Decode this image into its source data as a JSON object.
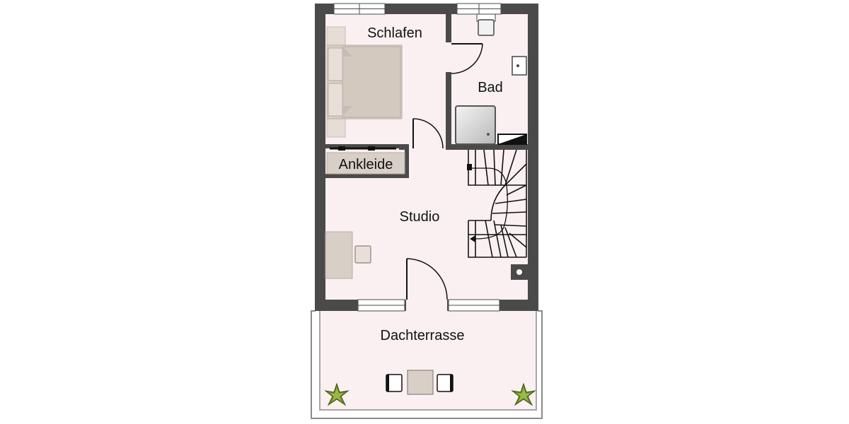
{
  "floorplan": {
    "rooms": {
      "schlafen": "Schlafen",
      "bad": "Bad",
      "ankleide": "Ankleide",
      "studio": "Studio",
      "dachterrasse": "Dachterrasse"
    },
    "colors": {
      "wall": "#4a4a4a",
      "floor": "#fbf0f1",
      "furniture": "#d8cfc6",
      "furniture_edge": "#b5aca3",
      "terrace_rail": "#9a9a9a",
      "plant": "#5a7a2a"
    },
    "icons": [
      "bed-icon",
      "wardrobe-icon",
      "toilet-icon",
      "sink-icon",
      "shower-icon",
      "stair-icon",
      "desk-icon",
      "chair-icon",
      "table-icon",
      "plant-icon",
      "window-icon",
      "door-icon",
      "chimney-icon"
    ]
  }
}
